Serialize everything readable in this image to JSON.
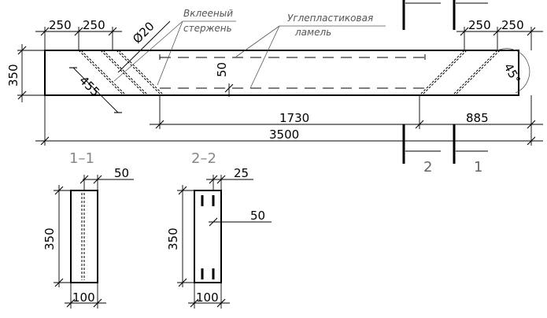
{
  "beam": {
    "dim_250_a": "250",
    "dim_250_b": "250",
    "dim_250_c": "250",
    "dim_250_d": "250",
    "dim_350": "350",
    "dim_455": "455",
    "dim_50": "50",
    "dim_1730": "1730",
    "dim_885": "885",
    "dim_3500": "3500",
    "diameter": "Ø20",
    "angle": "45°"
  },
  "labels": {
    "rod_line1": "Вклееный",
    "rod_line2": "стержень",
    "lamel_line1": "Углепластиковая",
    "lamel_line2": "ламель"
  },
  "cut_marks": {
    "cut1": "1",
    "cut2": "2"
  },
  "section_1": {
    "title": "1–1",
    "width": "100",
    "height": "350",
    "offset": "50"
  },
  "section_2": {
    "title": "2–2",
    "width": "100",
    "height": "350",
    "offset_top": "25",
    "offset_mid": "50"
  }
}
